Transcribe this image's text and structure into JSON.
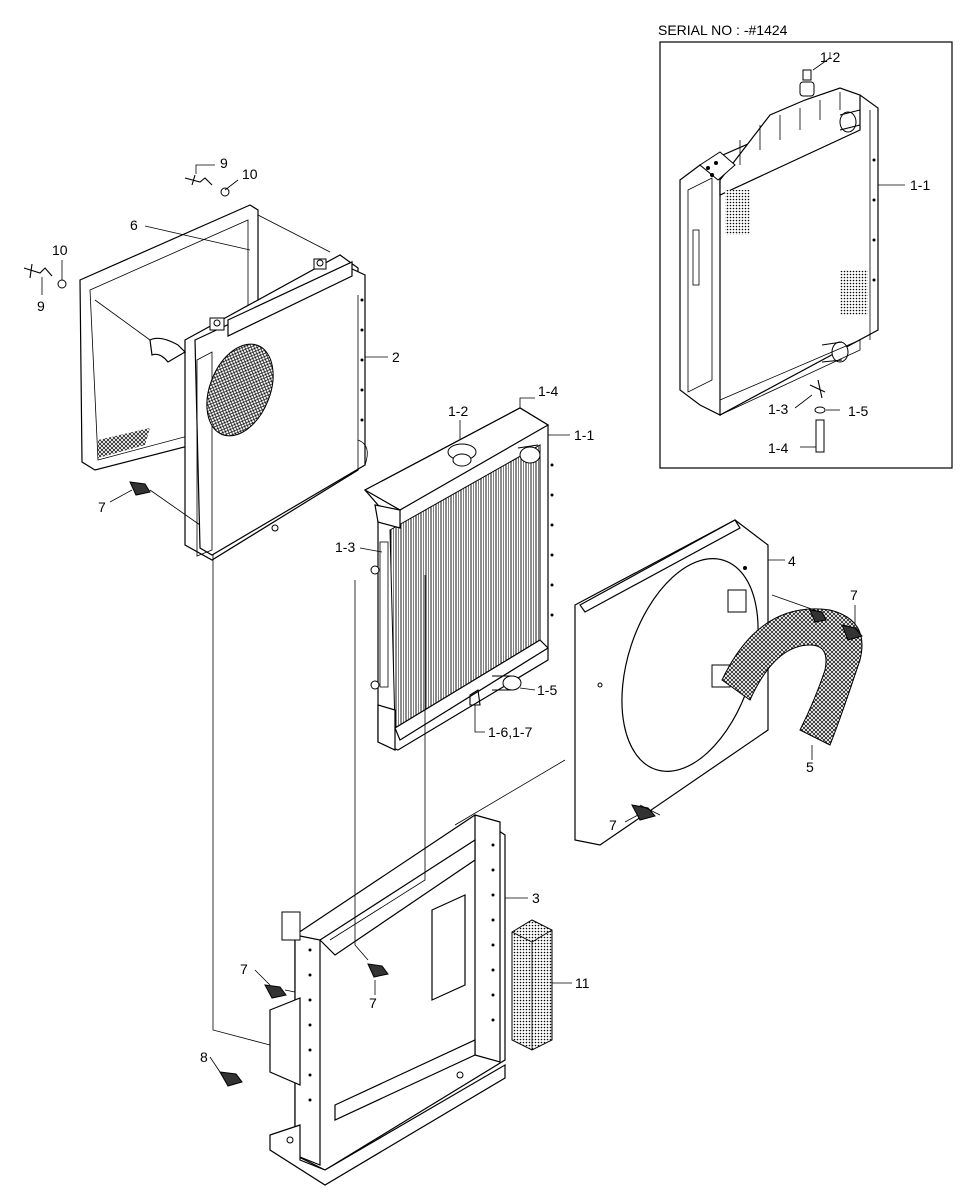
{
  "serial_label": "SERIAL NO : -#1424",
  "callouts": {
    "c_9a": "9",
    "c_10a": "10",
    "c_6": "6",
    "c_10b": "10",
    "c_9b": "9",
    "c_2": "2",
    "c_7a": "7",
    "c_12a": "1-2",
    "c_14a": "1-4",
    "c_11a": "1-1",
    "c_13a": "1-3",
    "c_15a": "1-5",
    "c_167": "1-6,1-7",
    "c_4": "4",
    "c_7b": "7",
    "c_5": "5",
    "c_7c": "7",
    "c_3": "3",
    "c_7d": "7",
    "c_7e": "7",
    "c_11": "11",
    "c_8": "8",
    "c_12b": "1-2",
    "c_11b": "1-1",
    "c_13b": "1-3",
    "c_15b": "1-5",
    "c_14b": "1-4"
  }
}
